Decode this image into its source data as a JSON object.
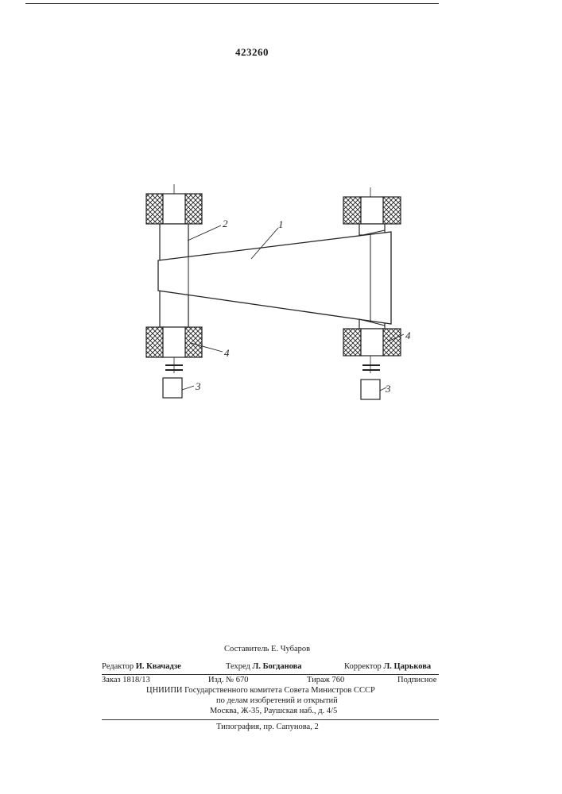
{
  "patent": {
    "number": "423260"
  },
  "figure": {
    "labels": {
      "cone": "1",
      "shaft": "2",
      "drive_left": "3",
      "drive_right": "3",
      "support_left": "4",
      "support_right": "4"
    }
  },
  "footer": {
    "compiler_label": "Составитель",
    "compiler_name": "Е. Чубаров",
    "editor_label": "Редактор",
    "editor_name": "И. Квачадзе",
    "techred_label": "Техред",
    "techred_name": "Л. Богданова",
    "corrector_label": "Корректор",
    "corrector_name": "Л. Царькова",
    "order": "Заказ 1818/13",
    "edition": "Изд. № 670",
    "circulation": "Тираж 760",
    "subscription": "Подписное",
    "org_line1": "ЦНИИПИ Государственного комитета Совета Министров СССР",
    "org_line2": "по делам изобретений и открытий",
    "org_line3": "Москва, Ж-35, Раушская наб., д. 4/5",
    "printer": "Типография, пр. Сапунова, 2"
  }
}
